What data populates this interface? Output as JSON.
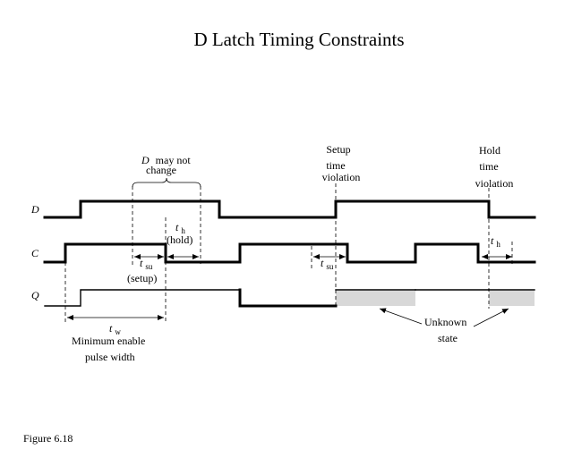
{
  "title": "D Latch Timing Constraints",
  "figure_label": "Figure 6.18",
  "signals": {
    "d": "D",
    "c": "C",
    "q": "Q"
  },
  "annotations": {
    "d_may_not_change_1": "D",
    "d_may_not_change_2": "may not",
    "d_may_not_change_3": "change",
    "hold_time_t": "t",
    "hold_time_sub": "h",
    "hold_label": "(hold)",
    "setup_time_t": "t",
    "setup_time_sub": "su",
    "setup_label": "(setup)",
    "setup_violation_1": "Setup",
    "setup_violation_2": "time",
    "setup_violation_3": "violation",
    "setup_violation_t": "t",
    "setup_violation_sub": "su",
    "hold_violation_1": "Hold",
    "hold_violation_2": "time",
    "hold_violation_3": "violation",
    "hold_violation_t": "t",
    "hold_violation_sub": "h",
    "pulse_width_t": "t",
    "pulse_width_sub": "w",
    "pulse_width_1": "Minimum enable",
    "pulse_width_2": "pulse width",
    "unknown_state_1": "Unknown",
    "unknown_state_2": "state"
  },
  "colors": {
    "unknown_fill": "#d8d8d8"
  }
}
